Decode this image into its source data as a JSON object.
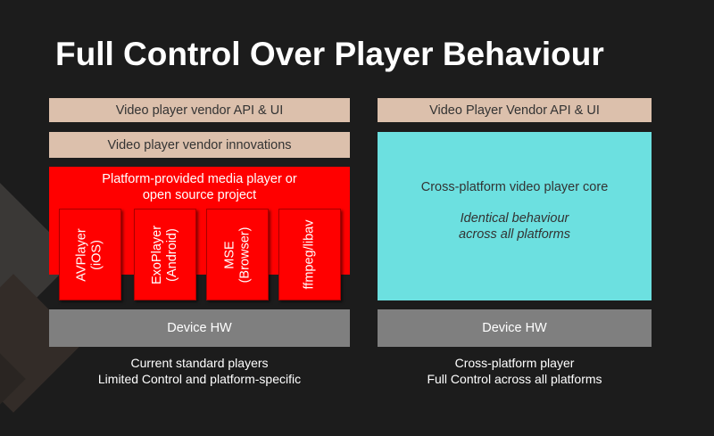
{
  "title": "Full Control Over Player Behaviour",
  "left": {
    "vendor_api": "Video player vendor API & UI",
    "vendor_innovations": "Video player vendor innovations",
    "platform_line1": "Platform-provided media player or",
    "platform_line2": "open source project",
    "players": [
      {
        "line1": "AVPlayer",
        "line2": "(iOS)"
      },
      {
        "line1": "ExoPlayer",
        "line2": "(Android)"
      },
      {
        "line1": "MSE",
        "line2": "(Browser)"
      },
      {
        "line1": "ffmpeg/libav",
        "line2": ""
      }
    ],
    "device": "Device HW",
    "caption1": "Current standard players",
    "caption2": "Limited Control and platform-specific"
  },
  "right": {
    "vendor_api": "Video Player Vendor API & UI",
    "core": "Cross-platform video player core",
    "note1": "Identical behaviour",
    "note2": "across all platforms",
    "device": "Device HW",
    "caption1": "Cross-platform player",
    "caption2": "Full Control across all platforms"
  }
}
